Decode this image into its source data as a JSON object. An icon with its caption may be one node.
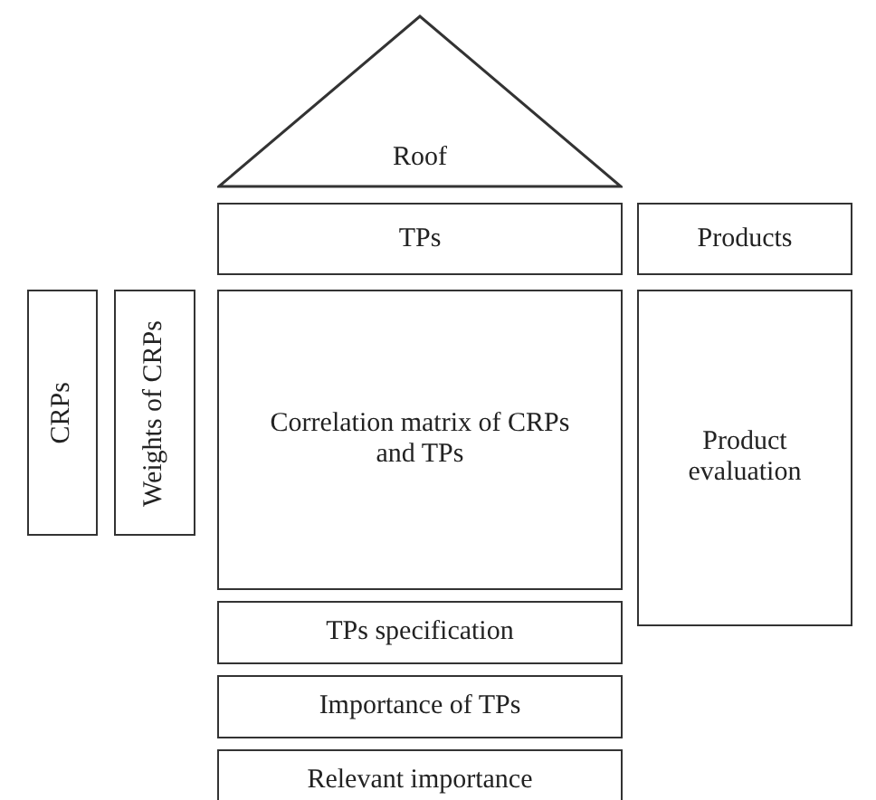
{
  "diagram": {
    "nodes": [
      {
        "text": [
          "Roof"
        ]
      },
      {
        "text": [
          "TPs"
        ]
      },
      {
        "text": [
          "Products"
        ]
      },
      {
        "text": [
          "CRPs"
        ]
      },
      {
        "text": [
          "Weights of CRPs"
        ]
      },
      {
        "text": [
          "Correlation matrix of CRPs and TPs"
        ]
      },
      {
        "text": [
          "Product evaluation"
        ]
      },
      {
        "text": [
          "TPs specification"
        ]
      },
      {
        "text": [
          "Importance of TPs"
        ]
      },
      {
        "text": [
          "Relevant importance"
        ]
      }
    ]
  }
}
